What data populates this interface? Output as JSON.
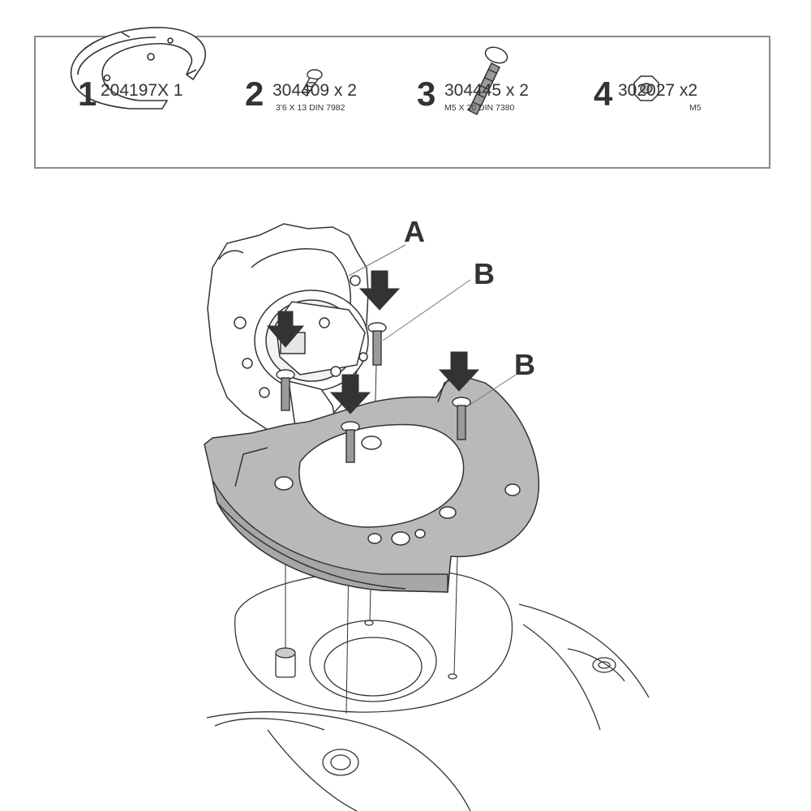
{
  "parts": [
    {
      "number": "1",
      "code": "204197X 1",
      "spec": ""
    },
    {
      "number": "2",
      "code": "304409 x 2",
      "spec": "3'6 X 13 DIN 7982"
    },
    {
      "number": "3",
      "code": "304445 x 2",
      "spec": "M5 X 20 DIN 7380"
    },
    {
      "number": "4",
      "code": "302027 x2",
      "spec": "M5"
    }
  ],
  "callouts": {
    "a": "A",
    "b1": "B",
    "b2": "B"
  },
  "colors": {
    "line": "#333333",
    "bracket_fill": "#b9b9b9",
    "arrow_fill": "#333333",
    "box_border": "#8a8a8a"
  }
}
